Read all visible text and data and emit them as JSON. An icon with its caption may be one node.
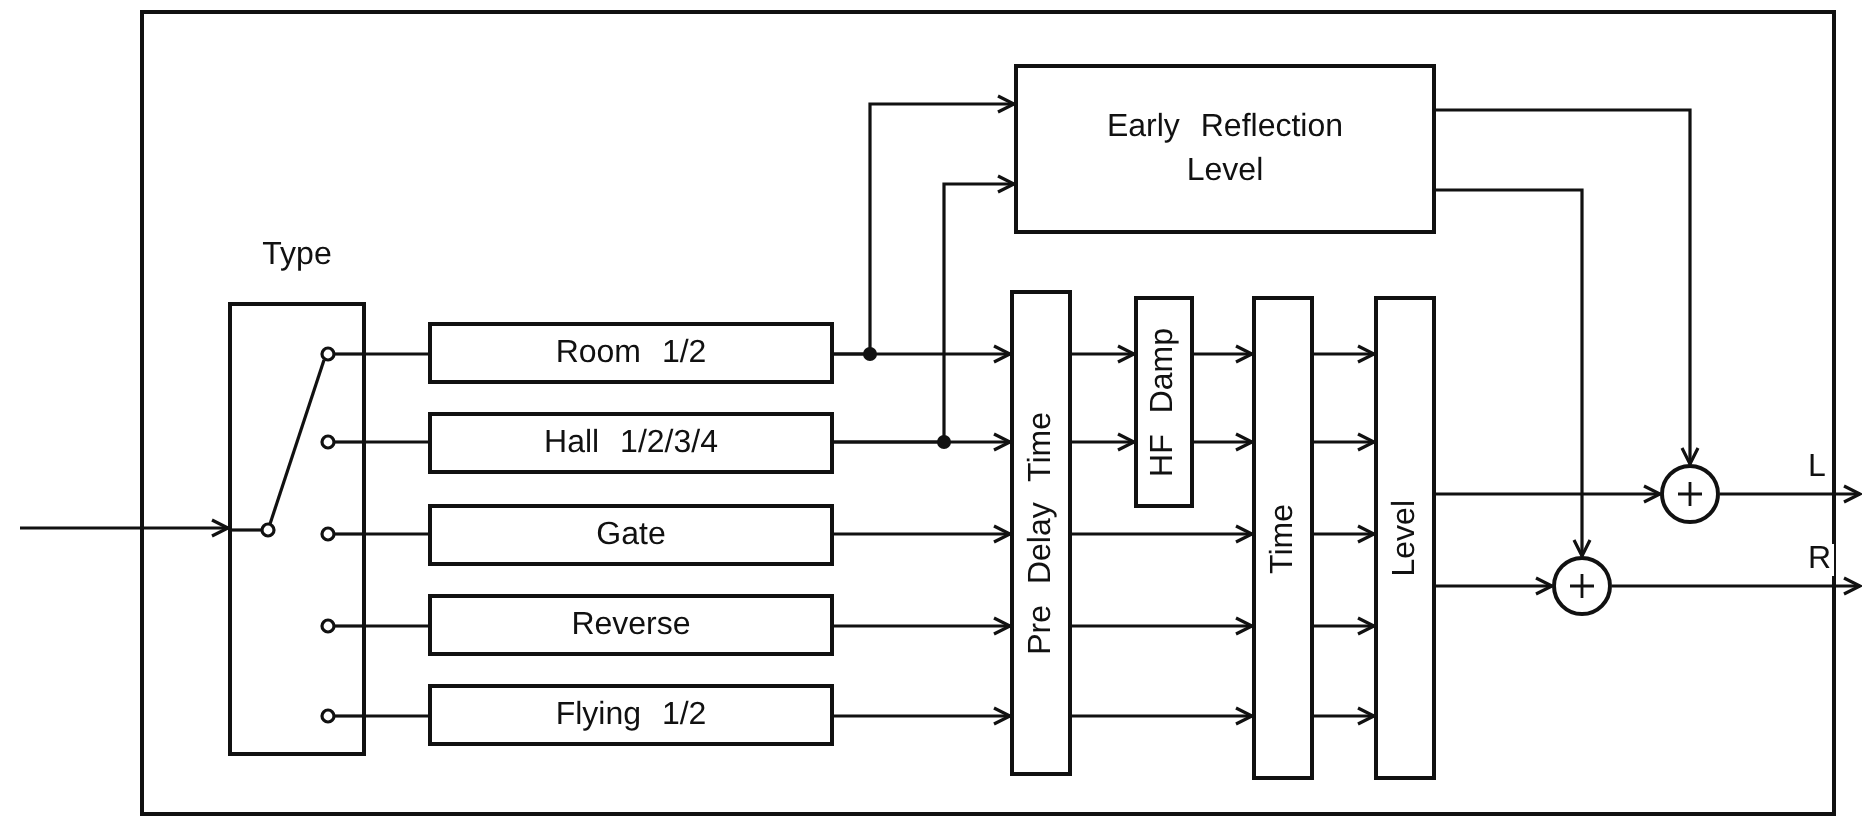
{
  "diagram": {
    "nodes": [
      {
        "text": [],
        "shape": "box"
      },
      {
        "text": [
          "Type"
        ],
        "in": 0
      },
      {
        "text": [
          "Room 1/2"
        ],
        "in": 0
      },
      {
        "text": [
          "Hall 1/2/3/4"
        ],
        "in": 0
      },
      {
        "text": [
          "Gate"
        ],
        "in": 0
      },
      {
        "text": [
          "Reverse"
        ],
        "in": 0
      },
      {
        "text": [
          "Flying 1/2"
        ],
        "in": 0
      },
      {
        "text": [
          "Early Reflection Level"
        ],
        "in": 0
      },
      {
        "text": [
          "Pre Delay Time"
        ],
        "in": 0
      },
      {
        "text": [
          "HF Damp"
        ],
        "in": 0
      },
      {
        "text": [
          "Time"
        ],
        "in": 0
      },
      {
        "text": [
          "Level"
        ],
        "in": 0
      },
      {
        "text": [],
        "shape": "circle",
        "in": 0
      },
      {
        "text": [],
        "shape": "circle",
        "in": 0
      }
    ],
    "edges": [
      {
        "from": null,
        "to": 1,
        "arrow": "to"
      },
      {
        "from": 1,
        "to": 2,
        "arrow": "none"
      },
      {
        "from": 1,
        "to": 3,
        "arrow": "none"
      },
      {
        "from": 1,
        "to": 4,
        "arrow": "none"
      },
      {
        "from": 1,
        "to": 5,
        "arrow": "none"
      },
      {
        "from": 1,
        "to": 6,
        "arrow": "none"
      },
      {
        "from": 2,
        "to": 8,
        "arrow": "to"
      },
      {
        "from": 3,
        "to": 8,
        "arrow": "to"
      },
      {
        "from": 4,
        "to": 8,
        "arrow": "to"
      },
      {
        "from": 5,
        "to": 8,
        "arrow": "to"
      },
      {
        "from": 6,
        "to": 8,
        "arrow": "to"
      },
      {
        "from": 2,
        "to": 7,
        "arrow": "to"
      },
      {
        "from": 3,
        "to": 7,
        "arrow": "to"
      },
      {
        "from": 8,
        "to": 9,
        "arrow": "to"
      },
      {
        "from": 8,
        "to": 9,
        "arrow": "to"
      },
      {
        "from": 9,
        "to": 10,
        "arrow": "to"
      },
      {
        "from": 9,
        "to": 10,
        "arrow": "to"
      },
      {
        "from": 8,
        "to": 10,
        "arrow": "to"
      },
      {
        "from": 8,
        "to": 10,
        "arrow": "to"
      },
      {
        "from": 8,
        "to": 10,
        "arrow": "to"
      },
      {
        "from": 10,
        "to": 11,
        "arrow": "to"
      },
      {
        "from": 10,
        "to": 11,
        "arrow": "to"
      },
      {
        "from": 10,
        "to": 11,
        "arrow": "to"
      },
      {
        "from": 10,
        "to": 11,
        "arrow": "to"
      },
      {
        "from": 10,
        "to": 11,
        "arrow": "to"
      },
      {
        "from": 11,
        "to": 12,
        "arrow": "to"
      },
      {
        "from": 11,
        "to": 13,
        "arrow": "to"
      },
      {
        "from": 7,
        "to": 12,
        "arrow": "to"
      },
      {
        "from": 7,
        "to": 13,
        "arrow": "to"
      },
      {
        "from": 12,
        "to": null,
        "arrow": "to",
        "label": "L"
      },
      {
        "from": 13,
        "to": null,
        "arrow": "to",
        "label": "R"
      }
    ]
  }
}
